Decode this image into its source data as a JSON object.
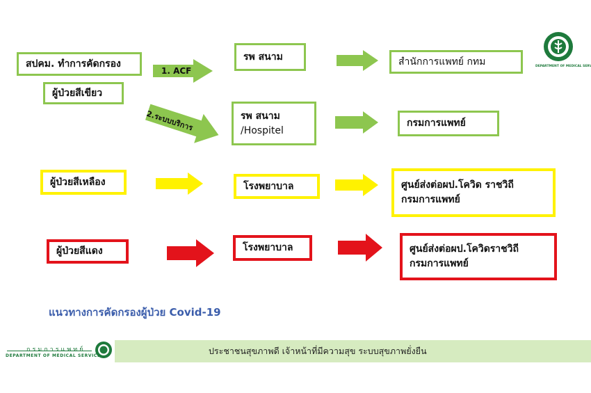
{
  "green": {
    "source_box": "สปคม. ทำการคัดกรอง",
    "patient_label": "ผู้ป่วยสีเขียว",
    "arrow1_label": "1. ACF",
    "arrow2_label": "2.ระบบบริการ",
    "row1_mid": "รพ สนาม",
    "row1_dest": "สำนักการแพทย์ กทม",
    "row2_mid_line1": "รพ สนาม",
    "row2_mid_line2": "/Hospitel",
    "row2_dest": "กรมการแพทย์"
  },
  "yellow": {
    "patient_label": "ผู้ป่วยสีเหลือง",
    "mid": "โรงพยาบาล",
    "dest_line1": "ศูนย์ส่งต่อผป.โควิด  ราชวิถี",
    "dest_line2": "กรมการแพทย์"
  },
  "red": {
    "patient_label": "ผู้ป่วยสีแดง",
    "mid": "โรงพยาบาล",
    "dest_line1": "ศูนย์ส่งต่อผป.โควิดราชวิถี",
    "dest_line2": "กรมการแพทย์"
  },
  "title": "แนวทางการคัดกรองผู้ป่วย Covid-19",
  "footer": {
    "dept_thai": "กรมการแพทย์",
    "dept_english": "DEPARTMENT OF MEDICAL SERVICES",
    "slogan": "ประชาชนสุขภาพดี เจ้าหน้าที่มีความสุข ระบบสุขภาพยั่งยืน"
  },
  "colors": {
    "green": "#8dc64f",
    "yellow": "#fff200",
    "red": "#e3131b",
    "title_blue": "#3b5dab",
    "footer_band": "#d6ebc0",
    "logo_green": "#1e7a3c"
  },
  "icons": {
    "top_logo": "department-logo-icon",
    "footer_logo": "department-logo-icon"
  }
}
